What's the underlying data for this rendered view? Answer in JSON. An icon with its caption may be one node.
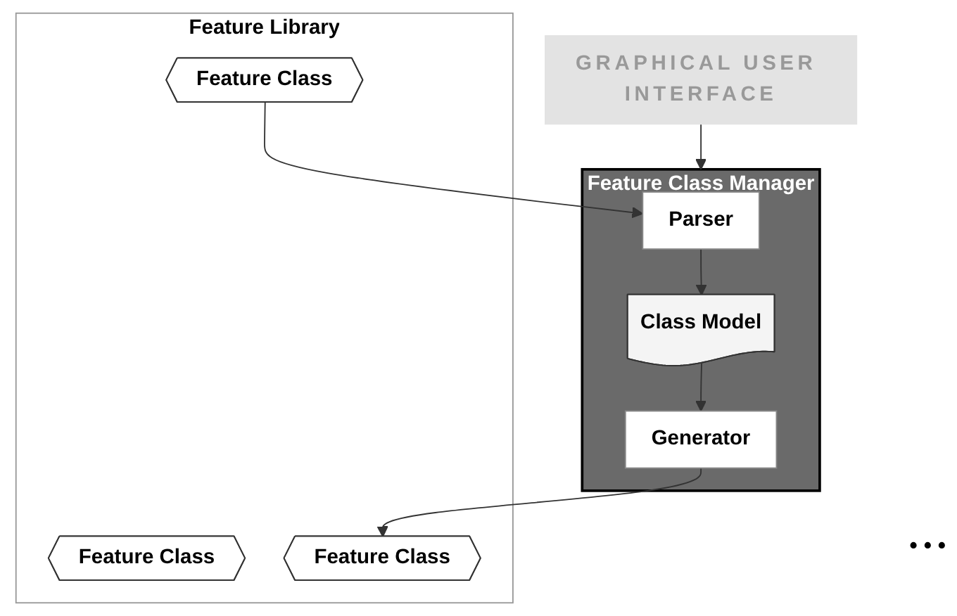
{
  "diagram": {
    "nodes": [
      {
        "text": [
          "GRAPHICAL USER INTERFACE"
        ]
      },
      {
        "text": [
          "Feature Class Manager"
        ]
      },
      {
        "text": [
          "Parser"
        ],
        "in": 1
      },
      {
        "text": [
          "Class Model"
        ],
        "in": 1
      },
      {
        "text": [
          "Generator"
        ],
        "in": 1
      },
      {
        "text": [
          "Feature Library"
        ]
      },
      {
        "text": [
          "Feature Class"
        ],
        "in": 5
      },
      {
        "text": [
          "Feature Class"
        ],
        "in": 5
      },
      {
        "text": [
          "Feature Class"
        ],
        "in": 5
      }
    ],
    "edges": [
      {
        "from": 0,
        "to": 1,
        "arrow": "to"
      },
      {
        "from": 2,
        "to": 3,
        "arrow": "to"
      },
      {
        "from": 3,
        "to": 4,
        "arrow": "to"
      },
      {
        "from": 6,
        "to": 2,
        "arrow": "to"
      },
      {
        "from": 4,
        "to": 8,
        "arrow": "to"
      }
    ],
    "labels": [
      "• • •"
    ]
  }
}
